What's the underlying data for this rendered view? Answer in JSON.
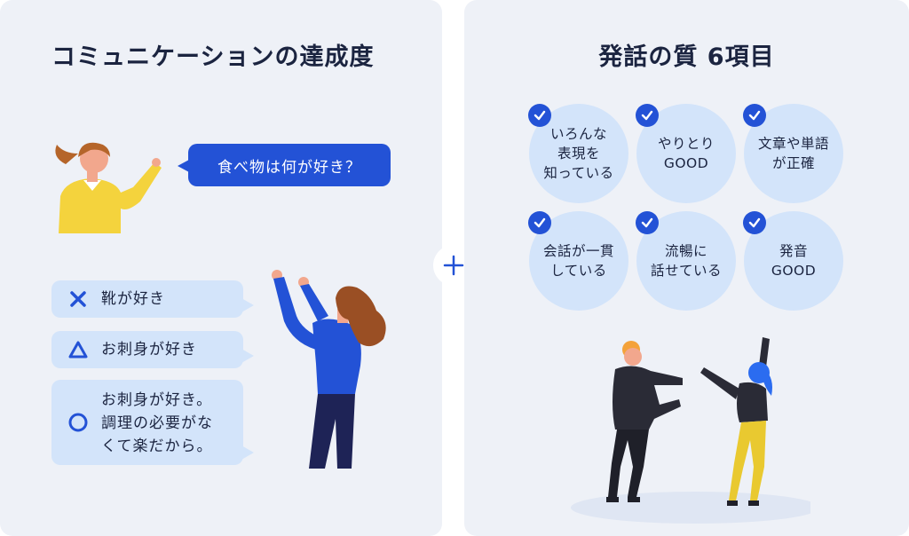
{
  "left": {
    "title": "コミュニケーションの達成度",
    "question": "食べ物は何が好き？",
    "answers": [
      {
        "mark": "cross",
        "text": "靴が好き"
      },
      {
        "mark": "triangle",
        "text": "お刺身が好き"
      },
      {
        "mark": "circle",
        "text": "お刺身が好き。\n調理の必要がな\nくて楽だから。"
      }
    ]
  },
  "right": {
    "title": "発話の質 6項目",
    "items": [
      {
        "label": "いろんな\n表現を\n知っている"
      },
      {
        "label": "やりとり\nGOOD"
      },
      {
        "label": "文章や単語\nが正確"
      },
      {
        "label": "会話が一貫\nしている"
      },
      {
        "label": "流暢に\n話せている"
      },
      {
        "label": "発音\nGOOD"
      }
    ]
  },
  "colors": {
    "accent": "#2352d6",
    "bubble": "#d3e4fa",
    "panel": "#eef1f7",
    "text": "#1b2440"
  },
  "icons": {
    "plus": "plus-icon",
    "check": "check-icon",
    "cross": "cross-mark-icon",
    "triangle": "triangle-mark-icon",
    "circle": "circle-mark-icon"
  }
}
